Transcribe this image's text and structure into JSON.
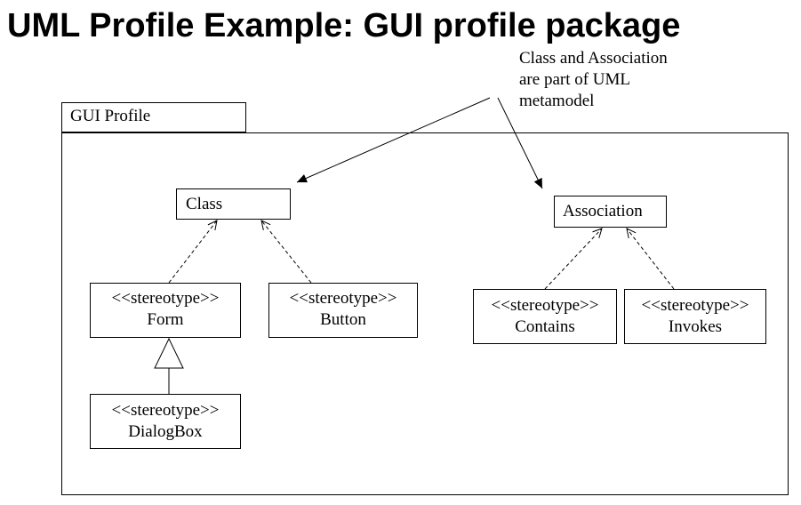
{
  "title": "UML Profile Example: GUI profile package",
  "note": {
    "lines": [
      "Class and Association",
      "are part of UML",
      "metamodel"
    ]
  },
  "package": {
    "name": "GUI Profile"
  },
  "metaclasses": {
    "class": "Class",
    "association": "Association"
  },
  "stereotypes": {
    "form": {
      "keyword": "<<stereotype>>",
      "name": "Form"
    },
    "button": {
      "keyword": "<<stereotype>>",
      "name": "Button"
    },
    "dialogbox": {
      "keyword": "<<stereotype>>",
      "name": "DialogBox"
    },
    "contains": {
      "keyword": "<<stereotype>>",
      "name": "Contains"
    },
    "invokes": {
      "keyword": "<<stereotype>>",
      "name": "Invokes"
    }
  }
}
